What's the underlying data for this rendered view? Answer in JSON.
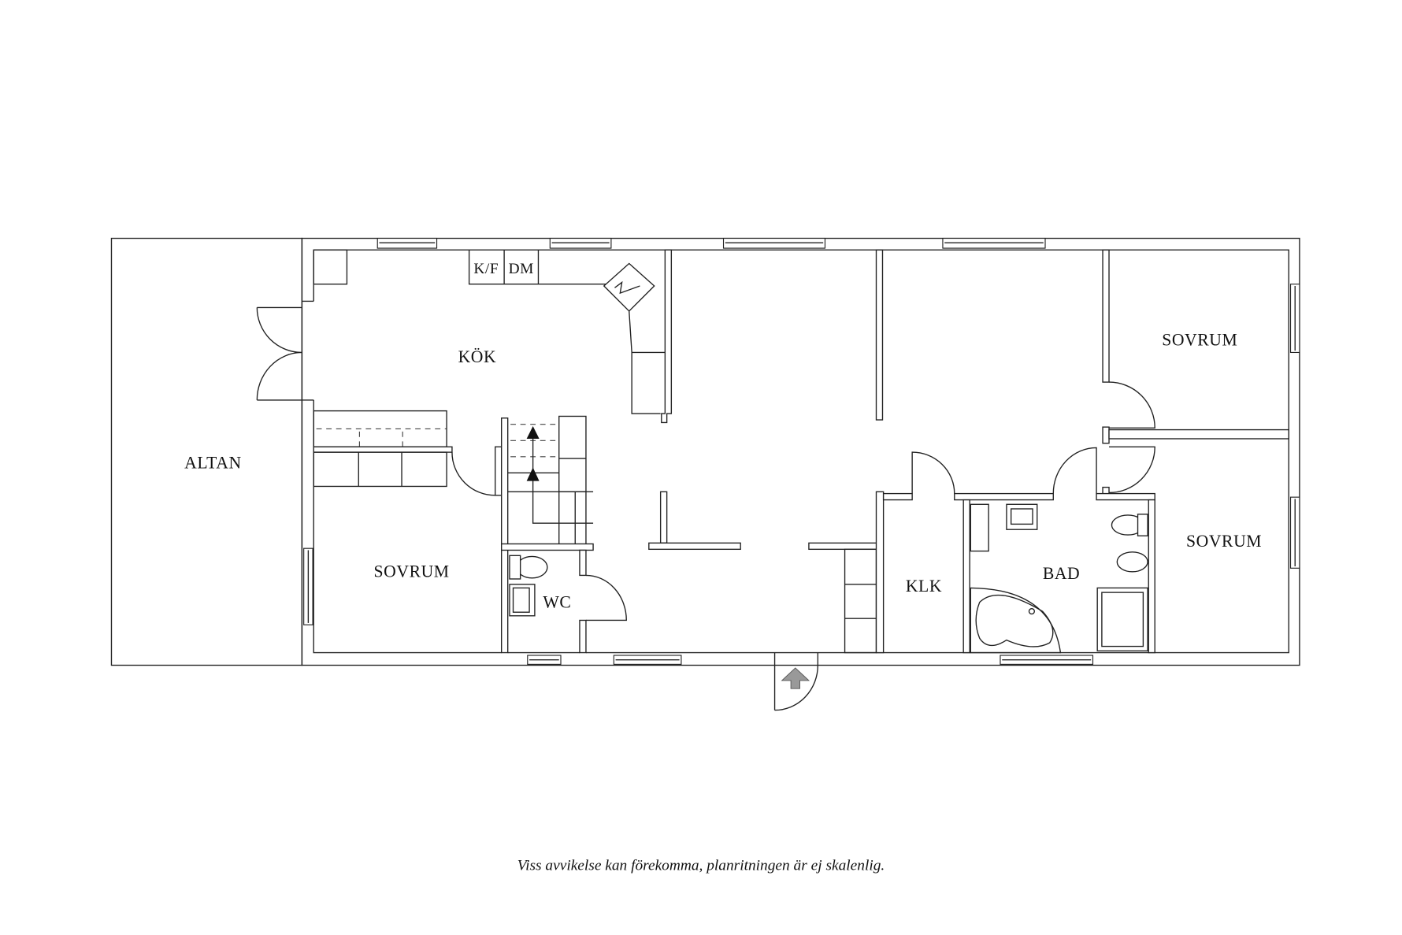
{
  "rooms": {
    "altan": "ALTAN",
    "kok": "KÖK",
    "sovrum_left": "SOVRUM",
    "wc": "WC",
    "sovrum_top_right": "SOVRUM",
    "sovrum_bottom_right": "SOVRUM",
    "klk": "KLK",
    "bad": "BAD"
  },
  "appliances": {
    "kf": "K/F",
    "dm": "DM"
  },
  "caption": "Viss avvikelse kan förekomma, planritningen är ej skalenlig.",
  "colors": {
    "line": "#222222",
    "background": "#ffffff",
    "entry_arrow": "#999999"
  }
}
